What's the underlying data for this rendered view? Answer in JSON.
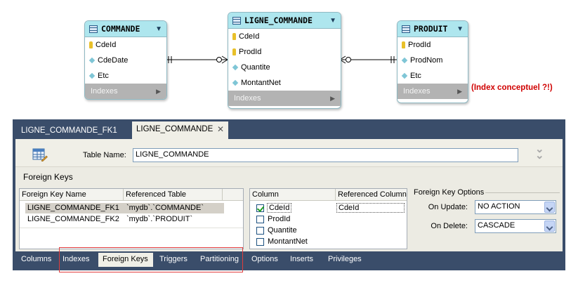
{
  "diagram": {
    "tables": [
      {
        "name": "COMMANDE",
        "columns": [
          {
            "name": "CdeId",
            "key": true
          },
          {
            "name": "CdeDate",
            "key": false
          },
          {
            "name": "Etc",
            "key": false
          }
        ],
        "indexes": "Indexes"
      },
      {
        "name": "LIGNE_COMMANDE",
        "columns": [
          {
            "name": "CdeId",
            "key": true
          },
          {
            "name": "ProdId",
            "key": true
          },
          {
            "name": "Quantite",
            "key": false
          },
          {
            "name": "MontantNet",
            "key": false
          }
        ],
        "indexes": "Indexes"
      },
      {
        "name": "PRODUIT",
        "columns": [
          {
            "name": "ProdId",
            "key": true
          },
          {
            "name": "ProdNom",
            "key": false
          },
          {
            "name": "Etc",
            "key": false
          }
        ],
        "indexes": "Indexes"
      }
    ],
    "note": "(Index conceptuel ?!)"
  },
  "editor": {
    "tabs": [
      {
        "label": "LIGNE_COMMANDE_FK1",
        "active": false
      },
      {
        "label": "LIGNE_COMMANDE",
        "active": true
      }
    ],
    "table_name_label": "Table Name:",
    "table_name_value": "LIGNE_COMMANDE",
    "section_title": "Foreign Keys",
    "fk_grid": {
      "headers": [
        "Foreign Key Name",
        "Referenced Table"
      ],
      "rows": [
        [
          "LIGNE_COMMANDE_FK1",
          "`mydb`.`COMMANDE`"
        ],
        [
          "LIGNE_COMMANDE_FK2",
          "`mydb`.`PRODUIT`"
        ]
      ]
    },
    "col_grid": {
      "headers": [
        "Column",
        "Referenced Column"
      ],
      "rows": [
        {
          "column": "CdeId",
          "checked": true,
          "ref": "CdeId"
        },
        {
          "column": "ProdId",
          "checked": false,
          "ref": ""
        },
        {
          "column": "Quantite",
          "checked": false,
          "ref": ""
        },
        {
          "column": "MontantNet",
          "checked": false,
          "ref": ""
        }
      ]
    },
    "options": {
      "title": "Foreign Key Options",
      "on_update_label": "On Update:",
      "on_update_value": "NO ACTION",
      "on_delete_label": "On Delete:",
      "on_delete_value": "CASCADE"
    },
    "bottom_tabs": [
      "Columns",
      "Indexes",
      "Foreign Keys",
      "Triggers",
      "Partitioning",
      "Options",
      "Inserts",
      "Privileges"
    ],
    "active_bottom_tab": "Foreign Keys"
  }
}
